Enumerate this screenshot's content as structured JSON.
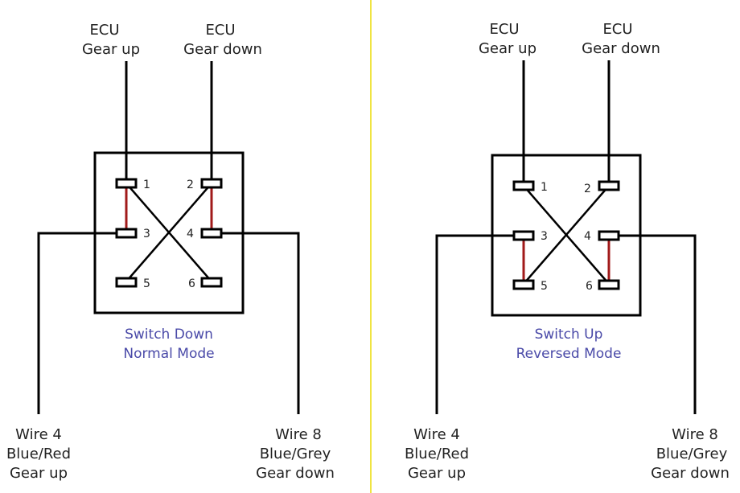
{
  "colors": {
    "wire": "#000000",
    "jumper": "#a11a1a",
    "caption": "#4a4aa8",
    "divider": "#f0e442"
  },
  "panels": [
    {
      "ecu_up": {
        "line1": "ECU",
        "line2": "Gear up"
      },
      "ecu_down": {
        "line1": "ECU",
        "line2": "Gear down"
      },
      "pins": [
        "1",
        "2",
        "3",
        "4",
        "5",
        "6"
      ],
      "caption": {
        "line1": "Switch Down",
        "line2": "Normal Mode"
      },
      "wire4": {
        "line1": "Wire 4",
        "line2": "Blue/Red",
        "line3": "Gear up"
      },
      "wire8": {
        "line1": "Wire 8",
        "line2": "Blue/Grey",
        "line3": "Gear down"
      }
    },
    {
      "ecu_up": {
        "line1": "ECU",
        "line2": "Gear up"
      },
      "ecu_down": {
        "line1": "ECU",
        "line2": "Gear down"
      },
      "pins": [
        "1",
        "2",
        "3",
        "4",
        "5",
        "6"
      ],
      "caption": {
        "line1": "Switch Up",
        "line2": "Reversed Mode"
      },
      "wire4": {
        "line1": "Wire 4",
        "line2": "Blue/Red",
        "line3": "Gear up"
      },
      "wire8": {
        "line1": "Wire 8",
        "line2": "Blue/Grey",
        "line3": "Gear down"
      }
    }
  ]
}
